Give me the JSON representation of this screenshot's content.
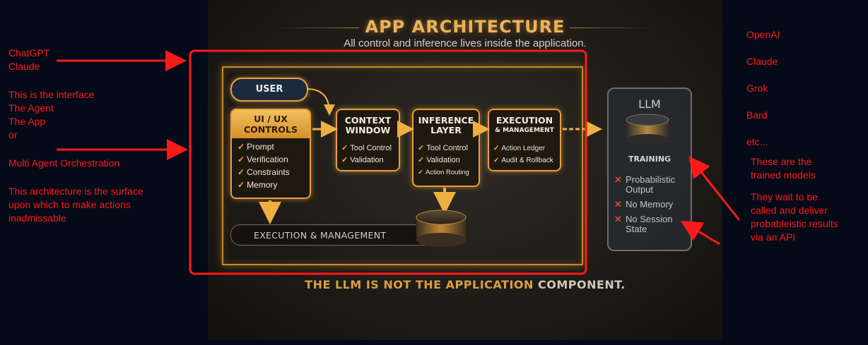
{
  "left_notes": {
    "line1": "ChatGPT",
    "line2": "Claude",
    "line3": "This is the interface",
    "line4": "The Agent",
    "line5": "The App",
    "line6": "or",
    "line7": "Multi Agent Orchestration",
    "line8": "This architecture is the surface",
    "line9": "upon which to make actions",
    "line10": "inadmissable"
  },
  "right_notes": {
    "models": [
      "OpenAI",
      "Claude",
      "Grok",
      "Bard",
      "etc..."
    ],
    "desc1": "These are the",
    "desc2": "trained models",
    "desc3": "They wait to be",
    "desc4": "called and deliver",
    "desc5": "probableistic results",
    "desc6": "via an API"
  },
  "poster": {
    "title": "APP ARCHITECTURE",
    "subtitle": "All control and inference lives inside the application.",
    "footer_bold": "THE LLM IS NOT THE APPLICATION",
    "footer_rest": " COMPONENT.",
    "user": "USER",
    "uiux": {
      "title1": "UI / UX",
      "title2": "CONTROLS",
      "items": [
        "Prompt",
        "Verification",
        "Constraints",
        "Memory"
      ]
    },
    "context": {
      "title1": "CONTEXT",
      "title2": "WINDOW",
      "items": [
        "Tool Control",
        "Validation"
      ]
    },
    "inference": {
      "title1": "INFERENCE",
      "title2": "LAYER",
      "items": [
        "Tool Control",
        "Validation",
        "Action Routing"
      ]
    },
    "execution": {
      "title1": "EXECUTION",
      "title2": "& MANAGEMENT",
      "items": [
        "Action Ledger",
        "Audit & Rollback"
      ]
    },
    "exec_bar": "EXECUTION & MANAGEMENT",
    "llm": {
      "title": "LLM",
      "training": "TRAINING",
      "item1a": "Probabilistic",
      "item1b": "Output",
      "item2": "No Memory",
      "item3a": "No Session",
      "item3b": "State"
    }
  },
  "colors": {
    "annotation": "#ff1a1a",
    "gold": "#e4a040",
    "background": "#040a18"
  }
}
